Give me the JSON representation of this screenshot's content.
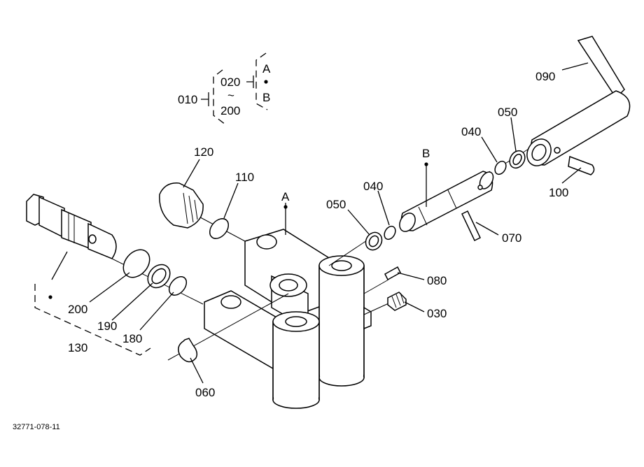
{
  "legend": {
    "main": "010",
    "range_start": "020",
    "range_sep": "~",
    "range_end": "200",
    "variant_a": "A",
    "variant_b": "B"
  },
  "callouts": {
    "p120": "120",
    "p110": "110",
    "pA": "A",
    "pB": "B",
    "p050a": "050",
    "p040a": "040",
    "p040b": "040",
    "p050b": "050",
    "p090": "090",
    "p100": "100",
    "p070": "070",
    "p080": "080",
    "p030": "030",
    "p200": "200",
    "p190": "190",
    "p180": "180",
    "p130": "130",
    "p060": "060"
  },
  "drawing_number": "32771-078-11"
}
